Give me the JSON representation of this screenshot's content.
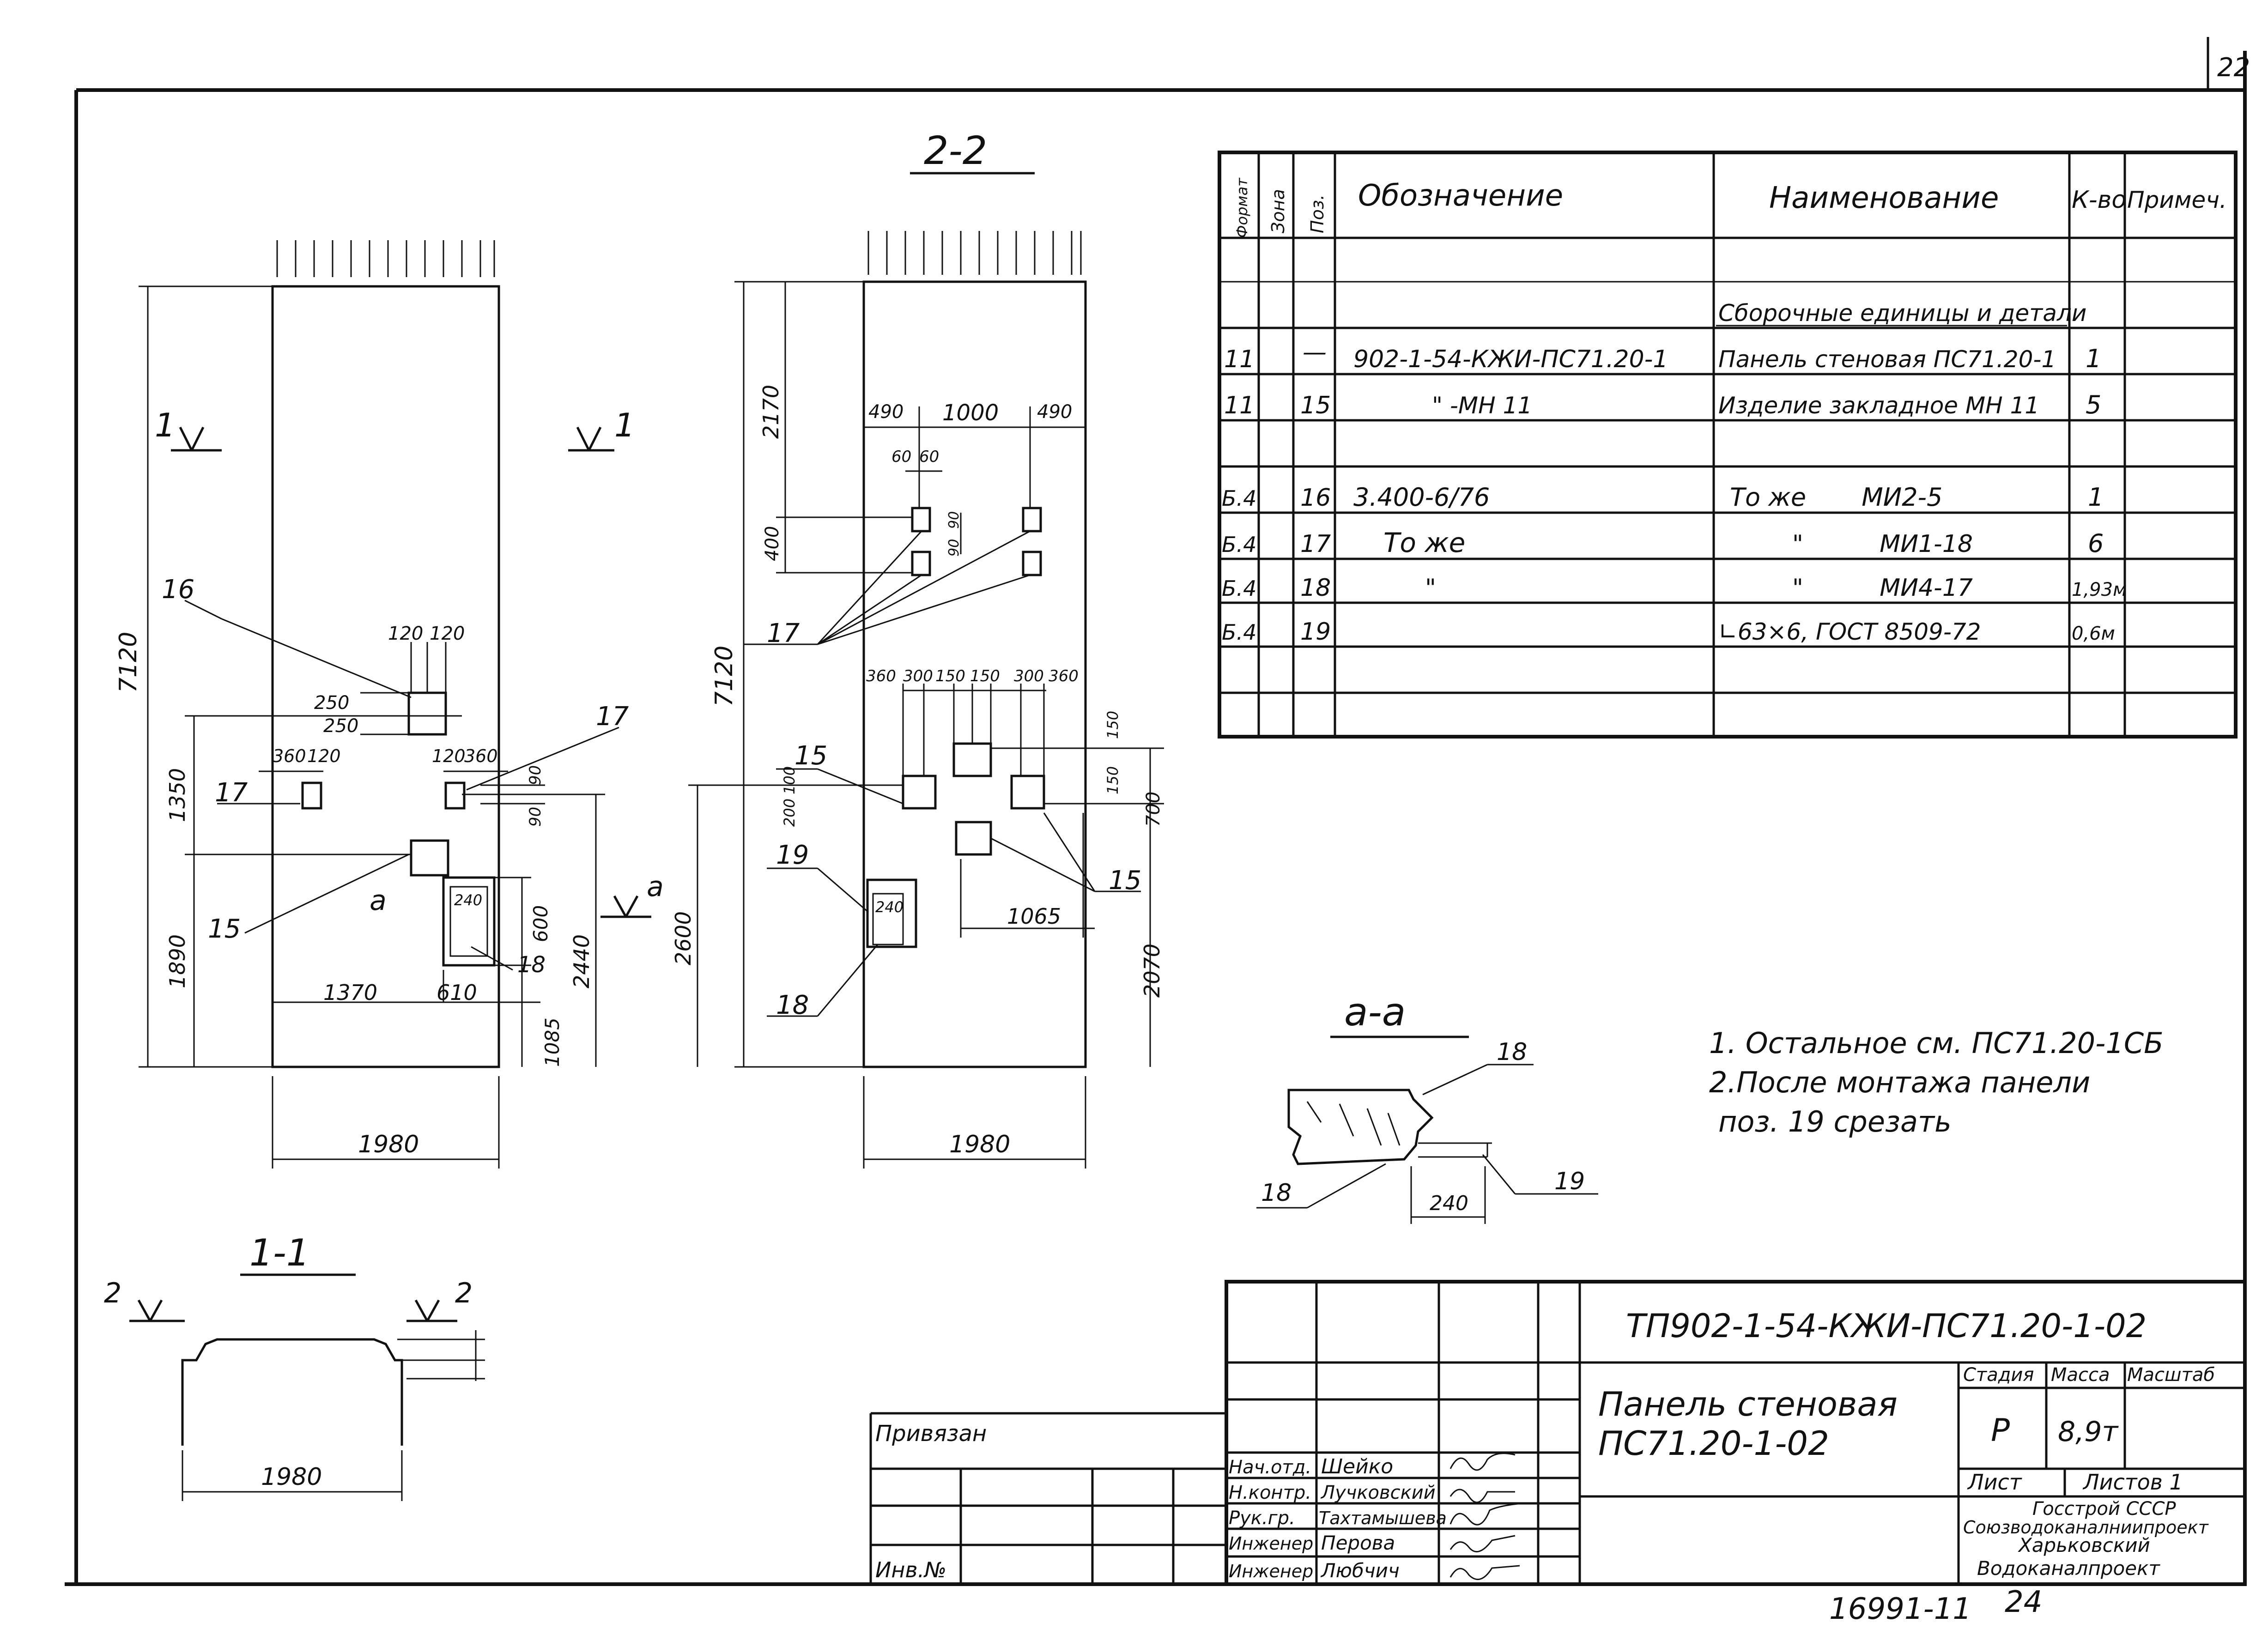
{
  "sheet": {
    "page_number": "22",
    "bottom_code": "16991-11",
    "bottom_sheet": "24"
  },
  "views": {
    "section_2_2": "2-2",
    "section_1_1": "1-1",
    "section_a_a": "a-a",
    "cut_marks": {
      "one": "1",
      "two": "2",
      "a": "a"
    }
  },
  "dims": {
    "left": {
      "height_total": "7120",
      "d1350": "1350",
      "d1890": "1890",
      "d1085": "1085",
      "d2440": "2440",
      "d600": "600",
      "d250a": "250",
      "d250b": "250",
      "d120a": "120",
      "d120b": "120",
      "d360a": "360",
      "d120c": "120",
      "d120d": "120",
      "d360b": "360",
      "d90a": "90",
      "d90b": "90",
      "d240": "240",
      "d1370": "1370",
      "d610": "610",
      "width": "1980"
    },
    "right": {
      "height_total": "7120",
      "d2170": "2170",
      "d400": "400",
      "d490a": "490",
      "d1000": "1000",
      "d490b": "490",
      "d60a": "60",
      "d60b": "60",
      "d90a": "90",
      "d90b": "90",
      "d360a": "360",
      "d300a": "300",
      "d150a": "150",
      "d150b": "150",
      "d300b": "300",
      "d360b": "360",
      "d200": "200",
      "d100": "100",
      "d150c": "150",
      "d150d": "150",
      "d700": "700",
      "d2600": "2600",
      "d2070": "2070",
      "d1065": "1065",
      "d240": "240",
      "width": "1980"
    },
    "section_width": "1980",
    "aa_width": "240"
  },
  "callouts": {
    "c16": "16",
    "c17a": "17",
    "c17b": "17",
    "c15a": "15",
    "c18a": "18",
    "c17c": "17",
    "c15b": "15",
    "c15c": "15",
    "c19a": "19",
    "c18b": "18",
    "c18c": "18",
    "c18d": "18",
    "c19b": "19"
  },
  "spec_table": {
    "headers": {
      "format": "Формат",
      "zone": "Зона",
      "pos": "Поз.",
      "designation": "Обозначение",
      "name": "Наименование",
      "qty": "К-во",
      "note": "Примеч."
    },
    "section_title": "Сборочные единицы и детали",
    "rows": [
      {
        "format": "11",
        "pos": "—",
        "designation": "902-1-54-КЖИ-ПС71.20-1",
        "name": "Панель стеновая ПС71.20-1",
        "qty": "1"
      },
      {
        "format": "11",
        "pos": "15",
        "designation": "\"   -МН 11",
        "name": "Изделие закладное  МН 11",
        "qty": "5"
      },
      {
        "format": "Б.4",
        "pos": "16",
        "designation": "3.400-6/76",
        "name": "То же       МИ2-5",
        "qty": "1"
      },
      {
        "format": "Б.4",
        "pos": "17",
        "designation": "То же",
        "name": "\"          МИ1-18",
        "qty": "6"
      },
      {
        "format": "Б.4",
        "pos": "18",
        "designation": "\"",
        "name": "\"          МИ4-17",
        "qty": "1,93м"
      },
      {
        "format": "Б.4",
        "pos": "19",
        "designation": "",
        "name": "∟63×6, ГОСТ 8509-72",
        "qty": "0,6м"
      }
    ]
  },
  "notes": [
    "1. Остальное см. ПС71.20-1СБ",
    "2.После монтажа панели",
    "поз. 19 срезать"
  ],
  "title_block": {
    "code": "ТП902-1-54-КЖИ-ПС71.20-1-02",
    "title_line1": "Панель стеновая",
    "title_line2": "ПС71.20-1-02",
    "stage_label": "Стадия",
    "mass_label": "Масса",
    "scale_label": "Масштаб",
    "stage": "Р",
    "mass": "8,9т",
    "sheet_label": "Лист",
    "sheets_label": "Листов 1",
    "org": [
      "Госстрой СССР",
      "Союзводоканалниипроект",
      "Харьковский",
      "Водоканалпроект"
    ],
    "tied": "Привязан",
    "inv": "Инв.№",
    "staff": [
      {
        "role": "Нач.отд.",
        "name": "Шейко"
      },
      {
        "role": "Н.контр.",
        "name": "Лучковский"
      },
      {
        "role": "Рук.гр.",
        "name": "Тахтамышева"
      },
      {
        "role": "Инженер",
        "name": "Перова"
      },
      {
        "role": "Инженер",
        "name": "Любчич"
      }
    ]
  }
}
